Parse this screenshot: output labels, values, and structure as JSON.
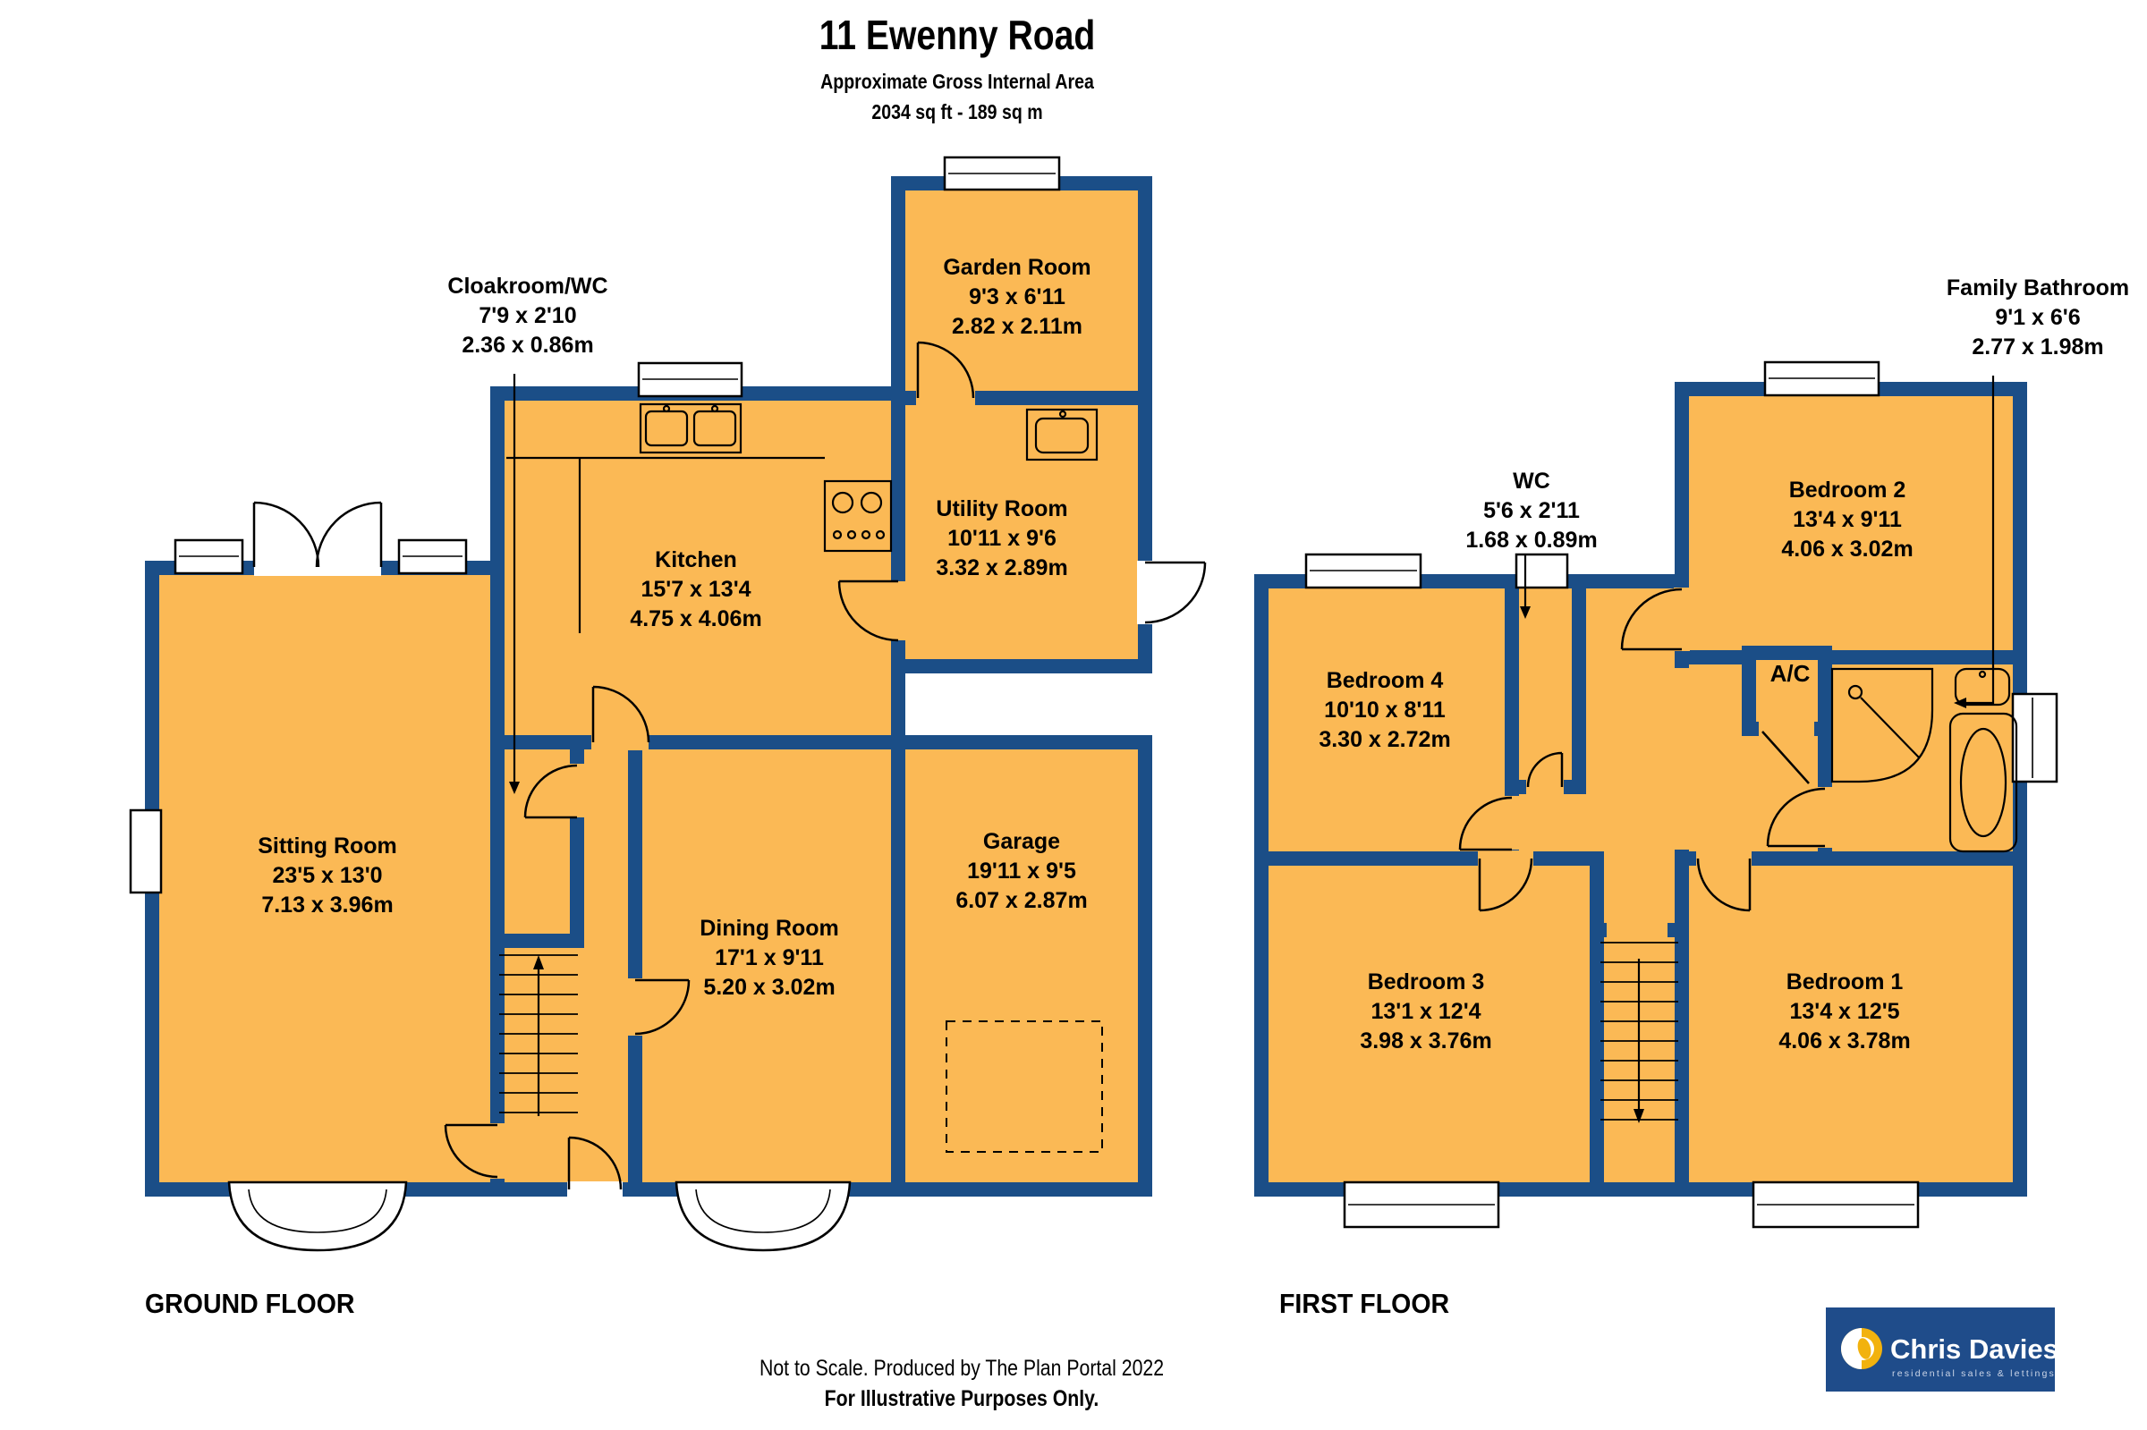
{
  "header": {
    "title": "11 Ewenny Road",
    "subtitle": "Approximate Gross Internal Area",
    "area": "2034 sq ft - 189 sq m"
  },
  "ground_floor": {
    "label": "GROUND FLOOR",
    "rooms": [
      {
        "name": "Cloakroom/WC",
        "imperial": "7'9 x 2'10",
        "metric": "2.36 x 0.86m"
      },
      {
        "name": "Garden Room",
        "imperial": "9'3 x 6'11",
        "metric": "2.82 x 2.11m"
      },
      {
        "name": "Kitchen",
        "imperial": "15'7 x 13'4",
        "metric": "4.75 x 4.06m"
      },
      {
        "name": "Utility Room",
        "imperial": "10'11 x 9'6",
        "metric": "3.32 x 2.89m"
      },
      {
        "name": "Sitting Room",
        "imperial": "23'5 x 13'0",
        "metric": "7.13 x 3.96m"
      },
      {
        "name": "Dining Room",
        "imperial": "17'1 x 9'11",
        "metric": "5.20 x 3.02m"
      },
      {
        "name": "Garage",
        "imperial": "19'11 x 9'5",
        "metric": "6.07 x 2.87m"
      }
    ]
  },
  "first_floor": {
    "label": "FIRST FLOOR",
    "rooms": [
      {
        "name": "Family Bathroom",
        "imperial": "9'1 x 6'6",
        "metric": "2.77 x 1.98m"
      },
      {
        "name": "WC",
        "imperial": "5'6 x 2'11",
        "metric": "1.68 x 0.89m"
      },
      {
        "name": "Bedroom 2",
        "imperial": "13'4 x 9'11",
        "metric": "4.06 x 3.02m"
      },
      {
        "name": "Bedroom 4",
        "imperial": "10'10 x 8'11",
        "metric": "3.30 x 2.72m"
      },
      {
        "name": "Bedroom 3",
        "imperial": "13'1 x 12'4",
        "metric": "3.98 x 3.76m"
      },
      {
        "name": "Bedroom 1",
        "imperial": "13'4 x 12'5",
        "metric": "4.06 x 3.78m"
      },
      {
        "name": "A/C"
      }
    ]
  },
  "footer": {
    "line1": "Not to Scale. Produced by The Plan Portal 2022",
    "line2": "For Illustrative Purposes Only."
  },
  "logo": {
    "name": "Chris Davies",
    "tagline": "residential sales & lettings"
  },
  "colors": {
    "wall": "#1B4E87",
    "room": "#FBB955",
    "logo_blue": "#1F4C8A",
    "logo_yellow": "#F2B20E"
  }
}
